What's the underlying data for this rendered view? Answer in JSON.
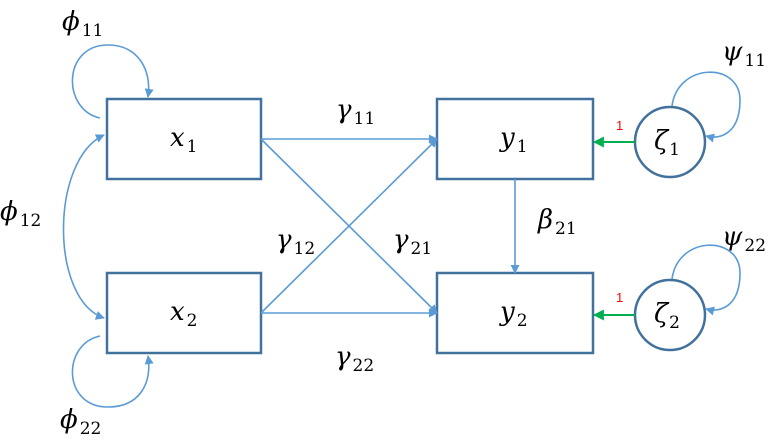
{
  "diagram": {
    "colors": {
      "node_border": "#41719c",
      "arrow": "#5b9bd5",
      "fixed_arrow": "#00b050",
      "fixed_label": "#ff0000"
    },
    "nodes": {
      "x1": {
        "base": "x",
        "sub": "1"
      },
      "x2": {
        "base": "x",
        "sub": "2"
      },
      "y1": {
        "base": "y",
        "sub": "1"
      },
      "y2": {
        "base": "y",
        "sub": "2"
      },
      "zeta1": {
        "base": "ζ",
        "sub": "1"
      },
      "zeta2": {
        "base": "ζ",
        "sub": "2"
      }
    },
    "edge_labels": {
      "phi11": {
        "base": "ϕ",
        "sub": "11"
      },
      "phi12": {
        "base": "ϕ",
        "sub": "12"
      },
      "phi22": {
        "base": "ϕ",
        "sub": "22"
      },
      "gamma11": {
        "base": "γ",
        "sub": "11"
      },
      "gamma12": {
        "base": "γ",
        "sub": "12"
      },
      "gamma21": {
        "base": "γ",
        "sub": "21"
      },
      "gamma22": {
        "base": "γ",
        "sub": "22"
      },
      "beta21": {
        "base": "β",
        "sub": "21"
      },
      "psi11": {
        "base": "ψ",
        "sub": "11"
      },
      "psi22": {
        "base": "ψ",
        "sub": "22"
      }
    },
    "fixed_loadings": {
      "zeta1_y1": "1",
      "zeta2_y2": "1"
    }
  }
}
